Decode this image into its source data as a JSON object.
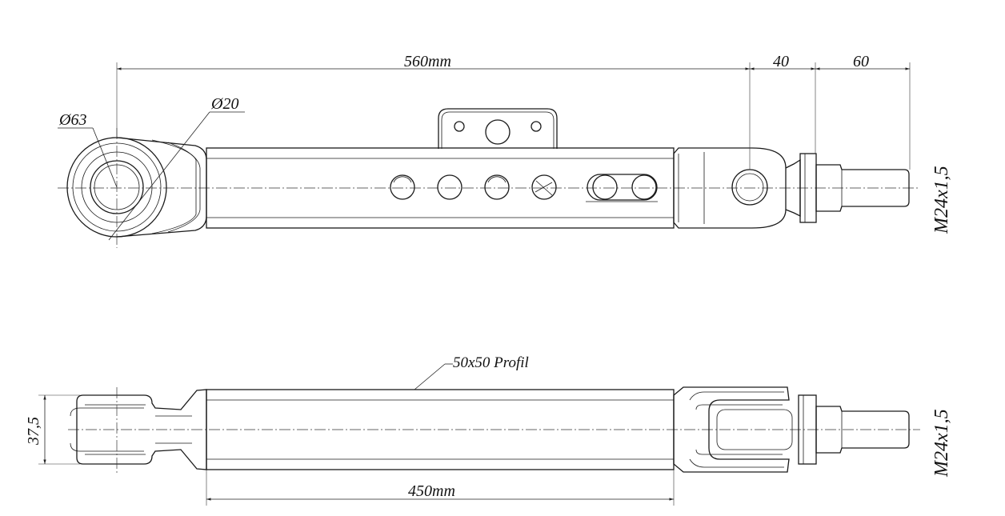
{
  "labels": {
    "length_overall": "560mm",
    "dim_40": "40",
    "dim_60": "60",
    "dia_eye": "Ø63",
    "dia_bore": "Ø20",
    "thread_top": "M24x1,5",
    "profile": "50x50 Profil",
    "width_375": "37,5",
    "thread_bottom": "M24x1,5",
    "length_tube": "450mm"
  }
}
